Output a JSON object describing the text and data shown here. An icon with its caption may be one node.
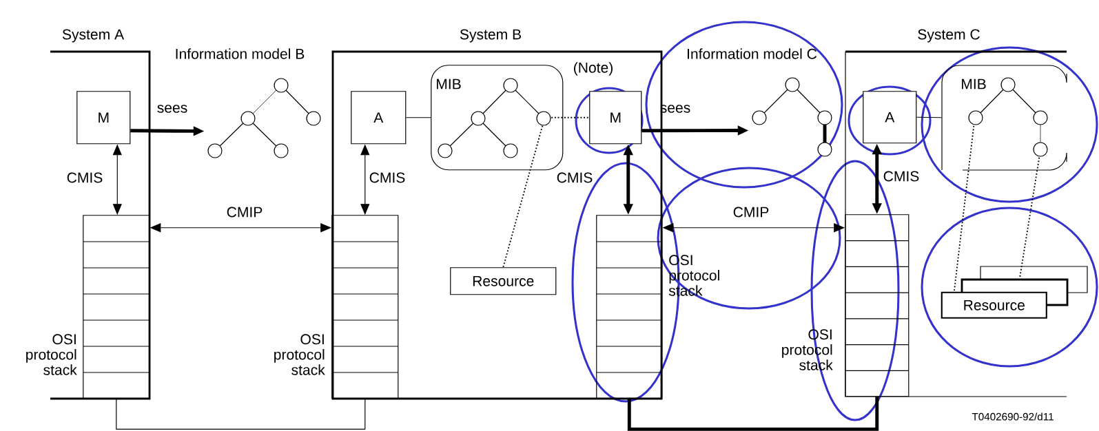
{
  "diagram": {
    "nodes": [
      {
        "text": [
          "System A"
        ]
      },
      {
        "text": [
          "M"
        ],
        "in": 0
      },
      {
        "text": [
          "OSI protocol stack"
        ],
        "in": 0
      },
      {
        "text": [],
        "shape": "picture",
        "beside": [
          "Information model B"
        ]
      },
      {
        "text": [
          "System B"
        ]
      },
      {
        "text": [
          "A"
        ],
        "in": 4
      },
      {
        "text": [
          "MIB"
        ],
        "in": 4
      },
      {
        "text": [
          "M"
        ],
        "in": 4,
        "beside": [
          "(Note)"
        ]
      },
      {
        "text": [
          "Resource"
        ],
        "in": 4
      },
      {
        "text": [
          "OSI protocol stack"
        ],
        "in": 4
      },
      {
        "text": [
          "OSI protocol stack"
        ],
        "in": 4
      },
      {
        "text": [],
        "shape": "picture",
        "beside": [
          "Information model C"
        ]
      },
      {
        "text": [
          "System C"
        ]
      },
      {
        "text": [
          "A"
        ],
        "in": 12
      },
      {
        "text": [
          "MIB"
        ],
        "in": 12
      },
      {
        "text": [
          "OSI protocol stack"
        ],
        "in": 12
      },
      {
        "text": [
          "Resource"
        ],
        "in": 12
      }
    ],
    "edges": [
      {
        "from": 1,
        "to": 3,
        "arrow": "to",
        "label": "sees",
        "style": "thick"
      },
      {
        "from": 1,
        "to": 2,
        "arrow": "both",
        "label": "CMIS"
      },
      {
        "from": 2,
        "to": 9,
        "arrow": "both",
        "label": "CMIP"
      },
      {
        "from": 5,
        "to": 9,
        "arrow": "both",
        "label": "CMIS"
      },
      {
        "from": 5,
        "to": 6,
        "arrow": "none"
      },
      {
        "from": 6,
        "to": 7,
        "arrow": "none",
        "style": "dashed"
      },
      {
        "from": 6,
        "to": 8,
        "arrow": "none",
        "style": "dashed"
      },
      {
        "from": 7,
        "to": 11,
        "arrow": "to",
        "label": "sees",
        "style": "thick"
      },
      {
        "from": 7,
        "to": 10,
        "arrow": "both",
        "label": "CMIS",
        "style": "thick"
      },
      {
        "from": 10,
        "to": 15,
        "arrow": "both",
        "label": "CMIP"
      },
      {
        "from": 13,
        "to": 15,
        "arrow": "both",
        "label": "CMIS",
        "style": "thick"
      },
      {
        "from": 13,
        "to": 14,
        "arrow": "none"
      },
      {
        "from": 14,
        "to": 16,
        "arrow": "none",
        "style": "dashed"
      },
      {
        "from": 14,
        "to": 16,
        "arrow": "none",
        "style": "dashed"
      },
      {
        "from": 2,
        "to": 9,
        "arrow": "none"
      },
      {
        "from": 10,
        "to": 15,
        "arrow": "none",
        "style": "thick"
      }
    ],
    "labels": [
      "T0402690-92/d11"
    ]
  }
}
